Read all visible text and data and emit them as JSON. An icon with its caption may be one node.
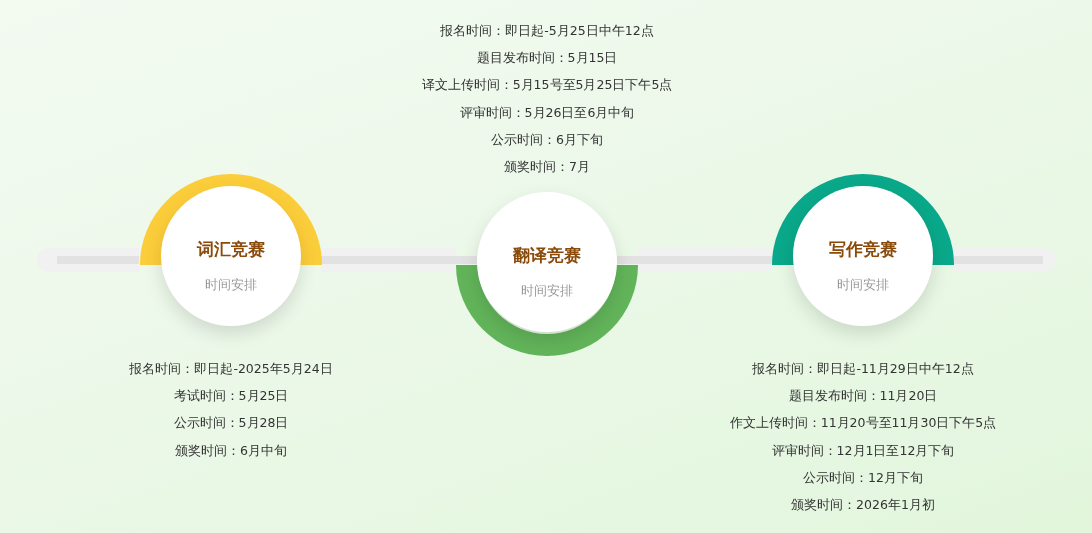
{
  "diagram": {
    "nodes": [
      {
        "text": [
          "词汇竞赛",
          "时间安排"
        ],
        "beside": [
          "报名时间：即日起-2025年5月24日",
          "考试时间：5月25日",
          "公示时间：5月28日",
          "颁奖时间：6月中旬"
        ]
      },
      {
        "text": [
          "翻译竞赛",
          "时间安排"
        ],
        "beside": [
          "报名时间：即日起-5月25日中午12点",
          "题目发布时间：5月15日",
          "译文上传时间：5月15号至5月25日下午5点",
          "评审时间：5月26日至6月中旬",
          "公示时间：6月下旬",
          "颁奖时间：7月"
        ]
      },
      {
        "text": [
          "写作竞赛",
          "时间安排"
        ],
        "beside": [
          "报名时间：即日起-11月29日中午12点",
          "题目发布时间：11月20日",
          "作文上传时间：11月20号至11月30日下午5点",
          "评审时间：12月1日至12月下旬",
          "公示时间：12月下旬",
          "颁奖时间：2026年1月初"
        ]
      }
    ],
    "edges": [
      {
        "from": 0,
        "to": 1,
        "arrow": "none"
      },
      {
        "from": 1,
        "to": 2,
        "arrow": "none"
      }
    ]
  }
}
